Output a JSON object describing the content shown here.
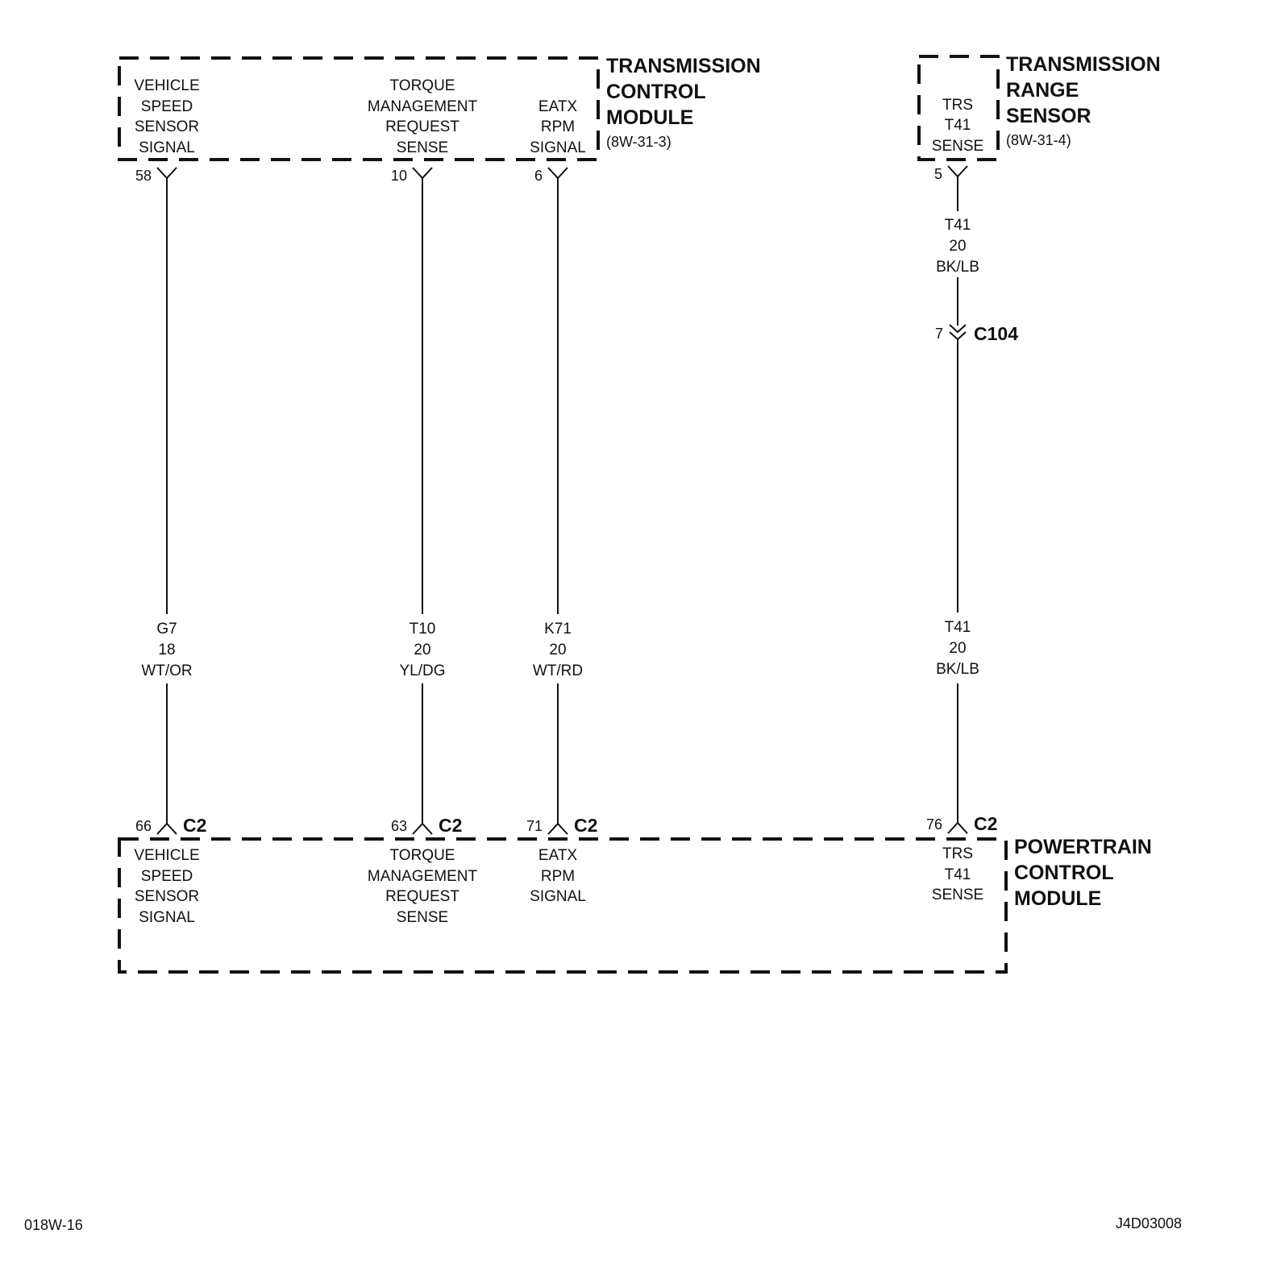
{
  "tcm": {
    "title": [
      "TRANSMISSION",
      "CONTROL",
      "MODULE"
    ],
    "ref": "(8W-31-3)",
    "circuits": [
      [
        "VEHICLE",
        "SPEED",
        "SENSOR",
        "SIGNAL"
      ],
      [
        "TORQUE",
        "MANAGEMENT",
        "REQUEST",
        "SENSE"
      ],
      [
        "EATX",
        "RPM",
        "SIGNAL"
      ]
    ],
    "pins": [
      "58",
      "10",
      "6"
    ]
  },
  "trs": {
    "title": [
      "TRANSMISSION",
      "RANGE",
      "SENSOR"
    ],
    "ref": "(8W-31-4)",
    "circuit": [
      "TRS",
      "T41",
      "SENSE"
    ],
    "pin": "5"
  },
  "c104": {
    "name": "C104",
    "pin": "7"
  },
  "wires": [
    [
      "G7",
      "18",
      "WT/OR"
    ],
    [
      "T10",
      "20",
      "YL/DG"
    ],
    [
      "K71",
      "20",
      "WT/RD"
    ],
    [
      "T41",
      "20",
      "BK/LB"
    ]
  ],
  "trs_wire_upper": [
    "T41",
    "20",
    "BK/LB"
  ],
  "pcm": {
    "title": [
      "POWERTRAIN",
      "CONTROL",
      "MODULE"
    ],
    "connector": "C2",
    "pins": [
      "66",
      "63",
      "71",
      "76"
    ],
    "circuits": [
      [
        "VEHICLE",
        "SPEED",
        "SENSOR",
        "SIGNAL"
      ],
      [
        "TORQUE",
        "MANAGEMENT",
        "REQUEST",
        "SENSE"
      ],
      [
        "EATX",
        "RPM",
        "SIGNAL"
      ],
      [
        "TRS",
        "T41",
        "SENSE"
      ]
    ]
  },
  "footer": {
    "left": "018W-16",
    "right": "J4D03008"
  }
}
